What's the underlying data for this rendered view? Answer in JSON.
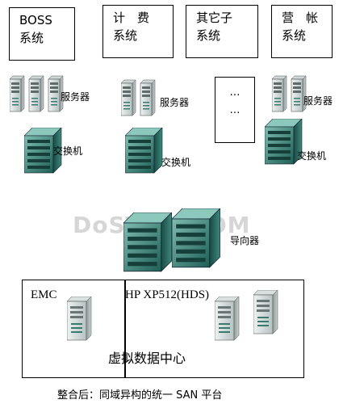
{
  "systems": [
    {
      "label": "BOSS\n系统"
    },
    {
      "label": "计　费\n系统"
    },
    {
      "label": "其它子\n系统"
    },
    {
      "label": "营　帐\n系统"
    }
  ],
  "ellipsis": "…\n…",
  "labels": {
    "server": "服务器",
    "switch": "交换机",
    "director": "导向器"
  },
  "storage": {
    "emc": "EMC",
    "hp": "HP XP512(HDS)",
    "virtual_center": "虚拟数据中心"
  },
  "watermark": "DoSTOR.COM",
  "caption": "整合后：同域异构的统一 SAN 平台",
  "colors": {
    "server_face": "#dfe6e6",
    "server_side": "#aab4b4",
    "switch_dark": "#1e5e55",
    "switch_mid": "#3e8a7d",
    "switch_light": "#7fbcb0"
  }
}
